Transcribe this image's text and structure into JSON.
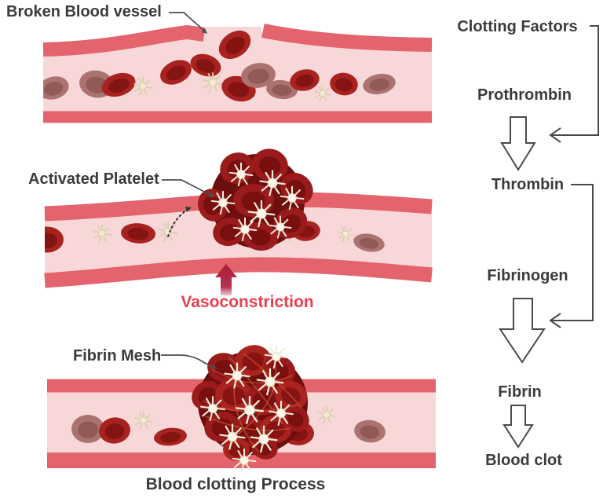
{
  "title": "Blood clotting Process",
  "panels": {
    "broken_vessel": {
      "label": "Broken Blood vessel"
    },
    "platelet_plug": {
      "label": "Activated Platelet",
      "caption": "Vasoconstriction"
    },
    "fibrin_mesh": {
      "label": "Fibrin Mesh"
    }
  },
  "flowchart": {
    "nodes": [
      "Clotting Factors",
      "Prothrombin",
      "Thrombin",
      "Fibrinogen",
      "Fibrin",
      "Blood clot"
    ]
  },
  "icons": {
    "red_blood_cell": "dark-red ellipse with darker center",
    "faded_red_blood_cell": "mauve ellipse with darker center",
    "platelet": "cream starburst",
    "activated_platelet": "white starburst",
    "flow_arrow": "hollow outlined down-arrow",
    "vasoconstriction_arrow": "solid crimson up-arrow"
  },
  "colors": {
    "background": "#ffffff",
    "vessel_wall": "#e4646e",
    "vessel_lumen": "#f8d7d9",
    "rbc": "#a8221f",
    "rbc_dark": "#841412",
    "rbc_faded": "#aa7370",
    "rbc_faded_dark": "#8f5a58",
    "platelet": "#f2ecd5",
    "platelet_edge": "#d6cfa9",
    "clot_cell": "#9a1b1b",
    "clot_cell_dark": "#7a0f0f",
    "clot_backdrop": "#6e0e0e",
    "fibrin_strand": "#c2492e",
    "label_text": "#3b3b3b",
    "leader_line": "#4d4d4d",
    "flow_line": "#4a4a4a",
    "vasoconstriction_text": "#e8414f",
    "constriction_arrow": "#aa1e3a"
  }
}
